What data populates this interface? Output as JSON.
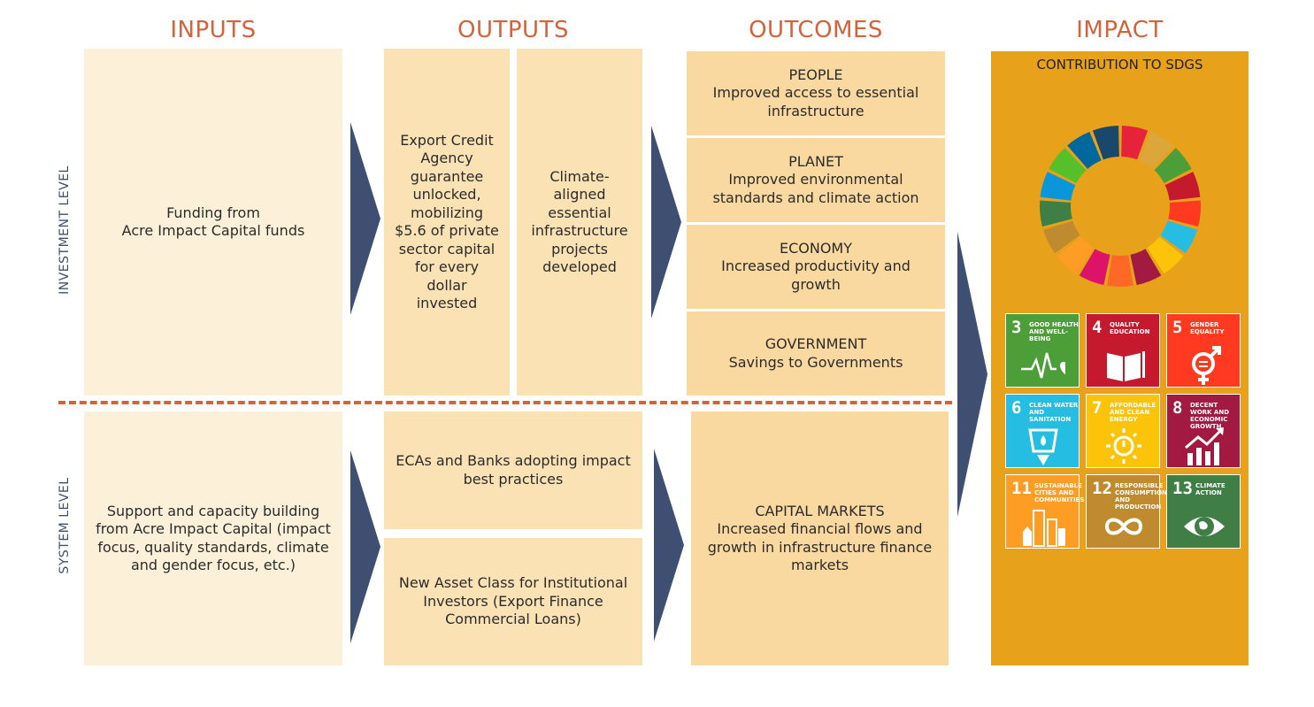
{
  "headers": {
    "inputs": "INPUTS",
    "outputs": "OUTPUTS",
    "outcomes": "OUTCOMES",
    "impact": "IMPACT"
  },
  "levels": {
    "investment": "INVESTMENT LEVEL",
    "system": "SYSTEM LEVEL"
  },
  "investment": {
    "input": "Funding from\nAcre Impact Capital funds",
    "output_1": "Export Credit\nAgency\nguarantee\nunlocked,\nmobilizing\n$5.6 of private\nsector capital\nfor every\ndollar\ninvested",
    "output_2": "Climate-\naligned\nessential\ninfrastructure\nprojects\ndeveloped",
    "outcomes": [
      {
        "title": "PEOPLE",
        "text": "Improved access to essential\ninfrastructure"
      },
      {
        "title": "PLANET",
        "text": "Improved environmental\nstandards and climate action"
      },
      {
        "title": "ECONOMY",
        "text": "Increased productivity and\ngrowth"
      },
      {
        "title": "GOVERNMENT",
        "text": "Savings to Governments"
      }
    ]
  },
  "system": {
    "input": "Support and capacity building\nfrom Acre Impact Capital (impact\nfocus, quality standards, climate\nand gender focus, etc.)",
    "output_1": "ECAs and Banks adopting impact\nbest practices",
    "output_2": "New Asset Class for Institutional\nInvestors (Export Finance\nCommercial Loans)",
    "outcome_title": "CAPITAL MARKETS",
    "outcome_text": "Increased financial flows and\ngrowth in infrastructure finance\nmarkets"
  },
  "impact": {
    "title": "CONTRIBUTION TO SDGS",
    "sdg_wheel_colors": [
      "#e5243b",
      "#dda63a",
      "#4c9f38",
      "#c5192d",
      "#ff3a21",
      "#26bde2",
      "#fcc30b",
      "#a21942",
      "#fd6925",
      "#dd1367",
      "#fd9d24",
      "#bf8b2e",
      "#3f7e44",
      "#0a97d9",
      "#56c02b",
      "#00689d",
      "#19486a"
    ],
    "tiles": [
      {
        "num": "3",
        "label": "GOOD HEALTH AND WELL-BEING",
        "color": "#4c9f38",
        "icon": "heartbeat-icon"
      },
      {
        "num": "4",
        "label": "QUALITY EDUCATION",
        "color": "#c5192d",
        "icon": "book-icon"
      },
      {
        "num": "5",
        "label": "GENDER EQUALITY",
        "color": "#ff3a21",
        "icon": "gender-icon"
      },
      {
        "num": "6",
        "label": "CLEAN WATER AND SANITATION",
        "color": "#26bde2",
        "icon": "water-drop-icon"
      },
      {
        "num": "7",
        "label": "AFFORDABLE AND CLEAN ENERGY",
        "color": "#fcc30b",
        "icon": "sun-power-icon"
      },
      {
        "num": "8",
        "label": "DECENT WORK AND ECONOMIC GROWTH",
        "color": "#a21942",
        "icon": "growth-chart-icon"
      },
      {
        "num": "11",
        "label": "SUSTAINABLE CITIES AND COMMUNITIES",
        "color": "#fd9d24",
        "icon": "city-icon"
      },
      {
        "num": "12",
        "label": "RESPONSIBLE CONSUMPTION AND PRODUCTION",
        "color": "#bf8b2e",
        "icon": "infinity-icon"
      },
      {
        "num": "13",
        "label": "CLIMATE ACTION",
        "color": "#3f7e44",
        "icon": "eye-globe-icon"
      }
    ]
  },
  "colors": {
    "header": "#d4623a",
    "arrow": "#3f4f72",
    "impact_bg": "#e8a11a"
  }
}
